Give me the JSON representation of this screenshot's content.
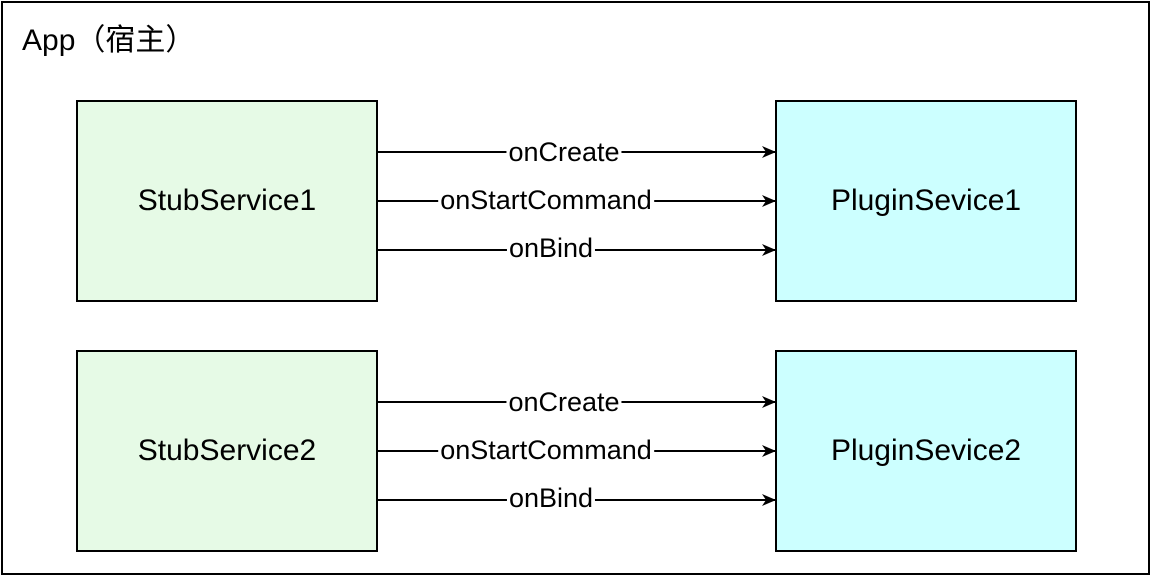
{
  "container": {
    "title": "App（宿主）"
  },
  "colors": {
    "stub_fill": "#e6fae6",
    "plugin_fill": "#ccffff",
    "stroke": "#000000"
  },
  "pairs": [
    {
      "stub_label": "StubService1",
      "plugin_label": "PluginSevice1",
      "calls": [
        "onCreate",
        "onStartCommand",
        "onBind"
      ]
    },
    {
      "stub_label": "StubService2",
      "plugin_label": "PluginSevice2",
      "calls": [
        "onCreate",
        "onStartCommand",
        "onBind"
      ]
    }
  ]
}
